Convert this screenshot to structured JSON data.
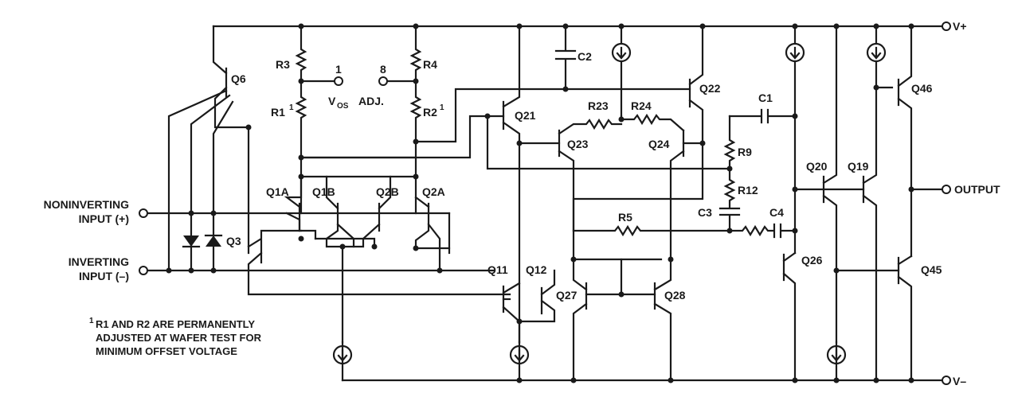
{
  "supply": {
    "vplus": "V+",
    "vminus": "V–"
  },
  "pins": {
    "noninverting_line1": "NONINVERTING",
    "noninverting_line2": "INPUT (+)",
    "inverting_line1": "INVERTING",
    "inverting_line2": "INPUT (–)",
    "output": "OUTPUT",
    "vos_pin": "1",
    "vos_label": "V",
    "vos_sub": "OS",
    "adj_pin": "8",
    "adj_label": "ADJ."
  },
  "transistors": {
    "q6": "Q6",
    "q21": "Q21",
    "q22": "Q22",
    "q46": "Q46",
    "q23": "Q23",
    "q24": "Q24",
    "q20": "Q20",
    "q19": "Q19",
    "q1a": "Q1A",
    "q1b": "Q1B",
    "q2b": "Q2B",
    "q2a": "Q2A",
    "q3": "Q3",
    "q11": "Q11",
    "q12": "Q12",
    "q27": "Q27",
    "q28": "Q28",
    "q26": "Q26",
    "q45": "Q45"
  },
  "resistors": {
    "r3": "R3",
    "r4": "R4",
    "r1": "R1",
    "r1_sup": "1",
    "r2": "R2",
    "r2_sup": "1",
    "r23": "R23",
    "r24": "R24",
    "r9": "R9",
    "r12": "R12",
    "r5": "R5"
  },
  "capacitors": {
    "c1": "C1",
    "c2": "C2",
    "c3": "C3",
    "c4": "C4"
  },
  "footnote": {
    "mark": "1",
    "line1": "R1 AND R2 ARE PERMANENTLY",
    "line2": "ADJUSTED AT WAFER TEST FOR",
    "line3": "MINIMUM OFFSET VOLTAGE"
  }
}
